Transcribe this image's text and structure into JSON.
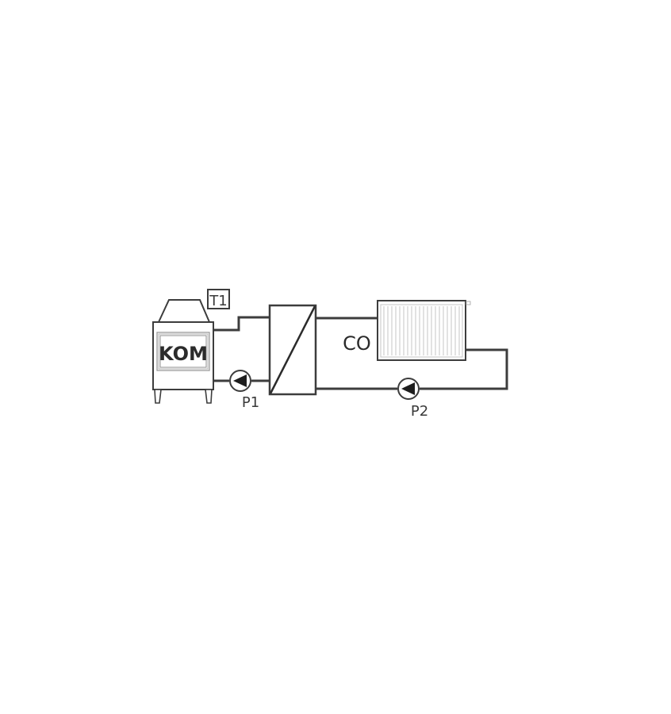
{
  "diagram": {
    "title": "",
    "colors": {
      "line": "#3d3d3d",
      "fin": "#bdbdbd",
      "background": "#ffffff"
    },
    "components": {
      "boiler": {
        "label": "KOM",
        "type": "boiler"
      },
      "sensor": {
        "label": "T1",
        "type": "temperature-sensor"
      },
      "pump1": {
        "label": "P1",
        "type": "circulation-pump"
      },
      "pump2": {
        "label": "P2",
        "type": "circulation-pump"
      },
      "heat_exchanger": {
        "label": "",
        "type": "plate-heat-exchanger"
      },
      "circuit": {
        "label": "CO",
        "type": "central-heating-circuit"
      },
      "radiator": {
        "label": "",
        "type": "radiator"
      }
    }
  }
}
